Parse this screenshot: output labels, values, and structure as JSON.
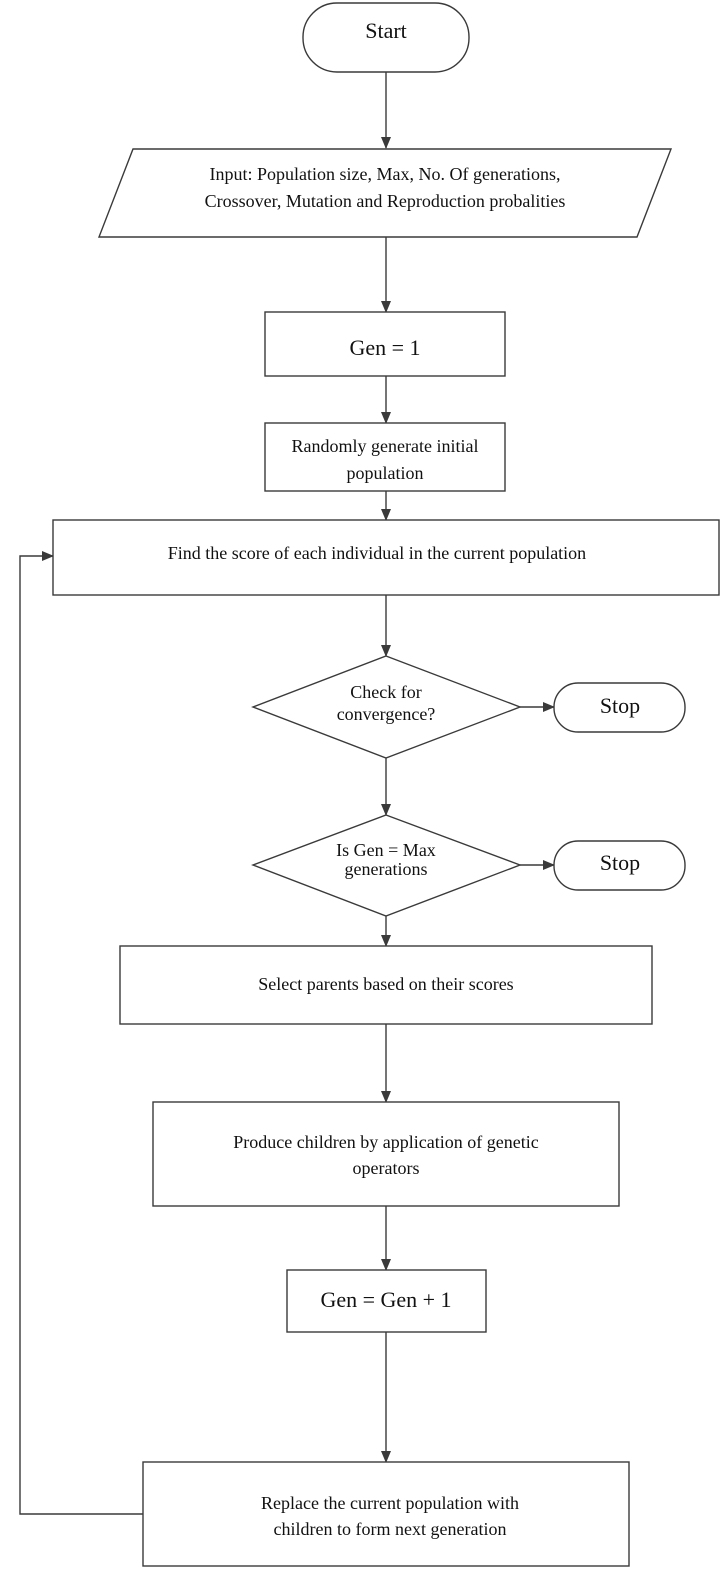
{
  "colors": {
    "line": "#3a3a3a",
    "fill": "#ffffff",
    "text": "#111111"
  },
  "nodes": {
    "start": {
      "shape": "terminal",
      "lines": [
        "Start"
      ]
    },
    "input": {
      "shape": "parallelogram",
      "lines": [
        "Input: Population size, Max, No. Of generations,",
        "Crossover, Mutation and Reproduction probalities"
      ]
    },
    "gen_init": {
      "shape": "process",
      "lines": [
        "Gen = 1"
      ]
    },
    "init_pop": {
      "shape": "process",
      "lines": [
        "Randomly generate initial",
        "population"
      ]
    },
    "find_score": {
      "shape": "process",
      "lines": [
        "Find the score of each individual in the current population"
      ]
    },
    "check_convergence": {
      "shape": "decision",
      "lines": [
        "Check  for",
        "convergence?"
      ]
    },
    "stop_1": {
      "shape": "terminal",
      "lines": [
        "Stop"
      ]
    },
    "check_max_gen": {
      "shape": "decision",
      "lines": [
        "Is Gen = Max",
        "generations"
      ]
    },
    "stop_2": {
      "shape": "terminal",
      "lines": [
        "Stop"
      ]
    },
    "select_parents": {
      "shape": "process",
      "lines": [
        "Select parents based on their scores"
      ]
    },
    "produce_children": {
      "shape": "process",
      "lines": [
        "Produce children by application of genetic",
        "operators"
      ]
    },
    "gen_increment": {
      "shape": "process",
      "lines": [
        "Gen = Gen + 1"
      ]
    },
    "replace_population": {
      "shape": "process",
      "lines": [
        "Replace the current population with",
        "children to form next generation"
      ]
    }
  },
  "edges": [
    {
      "from": "start",
      "to": "input"
    },
    {
      "from": "input",
      "to": "gen_init"
    },
    {
      "from": "gen_init",
      "to": "init_pop"
    },
    {
      "from": "init_pop",
      "to": "find_score"
    },
    {
      "from": "find_score",
      "to": "check_convergence"
    },
    {
      "from": "check_convergence",
      "to": "stop_1"
    },
    {
      "from": "check_convergence",
      "to": "check_max_gen"
    },
    {
      "from": "check_max_gen",
      "to": "stop_2"
    },
    {
      "from": "check_max_gen",
      "to": "select_parents"
    },
    {
      "from": "select_parents",
      "to": "produce_children"
    },
    {
      "from": "produce_children",
      "to": "gen_increment"
    },
    {
      "from": "gen_increment",
      "to": "replace_population"
    },
    {
      "from": "replace_population",
      "to": "find_score"
    }
  ]
}
